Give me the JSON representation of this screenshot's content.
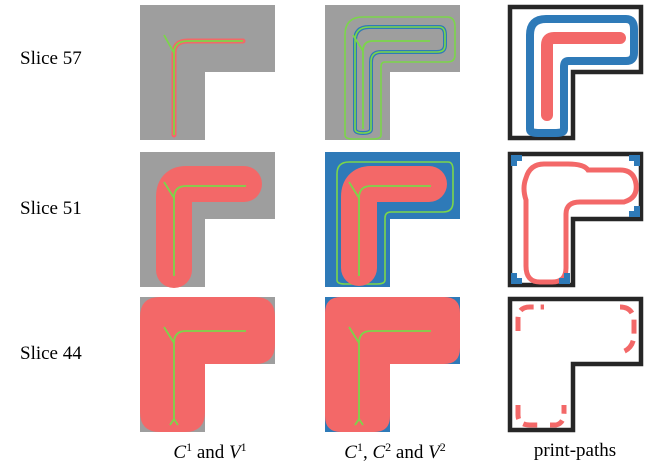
{
  "rows": [
    {
      "label": "Slice 57"
    },
    {
      "label": "Slice 51"
    },
    {
      "label": "Slice 44"
    }
  ],
  "columns": [
    {
      "caption_html": "<i>C</i><sup>1</sup> and <i>V</i><sup>1</sup>"
    },
    {
      "caption_html": "<i>C</i><sup>1</sup>, <i>C</i><sup>2</sup> and <i>V</i><sup>2</sup>"
    },
    {
      "caption_text": "print-paths"
    }
  ],
  "colors": {
    "background_gray": "#9e9e9e",
    "region_red": "#f36868",
    "offset_blue": "#2e7ab8",
    "medial_green": "#7bd64a",
    "outline_black": "#262626"
  }
}
